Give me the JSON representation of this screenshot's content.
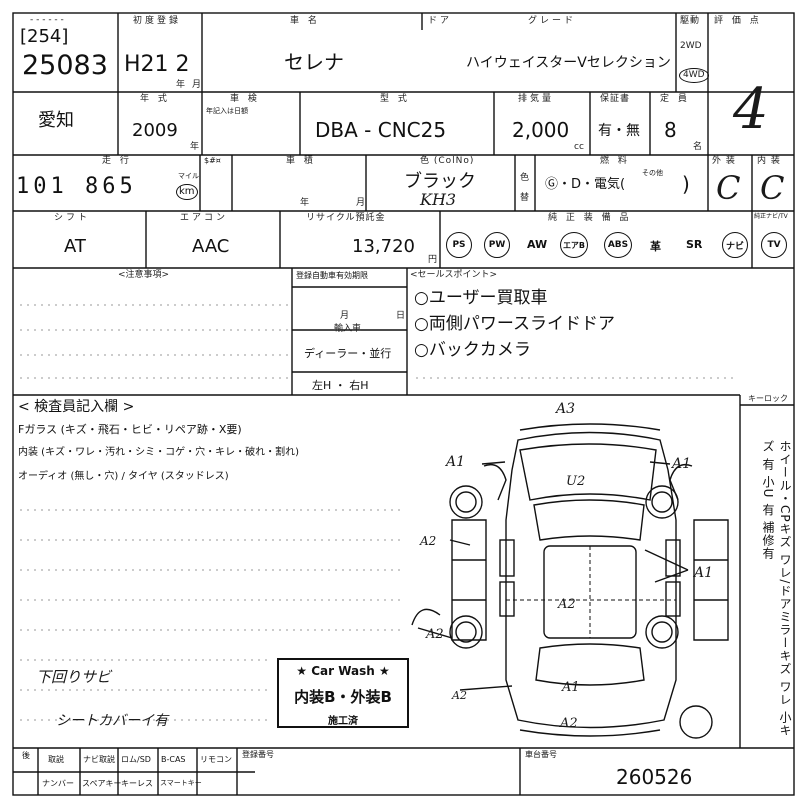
{
  "header": {
    "lot_label": "[254]",
    "lot_number": "25083",
    "first_reg_label": "初度登録",
    "first_reg_value": "H21 2",
    "first_reg_unit_year": "年",
    "first_reg_unit_month": "月",
    "car_name_label": "車 名",
    "door_label": "ドア",
    "car_name_value": "セレナ",
    "grade_label": "グレード",
    "grade_value": "ハイウェイスターVセレクション",
    "drive_label": "駆動",
    "drive_2wd": "2WD",
    "drive_4wd": "4WD",
    "score_label": "評 価 点",
    "score_value": "4"
  },
  "row2": {
    "region_value": "愛知",
    "model_year_label": "年 式",
    "model_year_value": "2009",
    "model_year_unit": "年",
    "inspect_label": "車 検",
    "inspect_sub": "年記入は日額",
    "type_label": "型 式",
    "type_value": "DBA - CNC25",
    "displacement_label": "排気量",
    "displacement_value": "2,000",
    "displacement_unit": "cc",
    "warranty_label": "保証書",
    "warranty_value": "有・無",
    "capacity_label": "定 員",
    "capacity_value": "8",
    "capacity_unit": "名"
  },
  "row3": {
    "mileage_label": "走 行",
    "mileage_value": "101 865",
    "mile_unit": "マイル",
    "km_unit": "km",
    "mileage_unit_label": "$#¤",
    "cargo_label": "車 積",
    "cargo_unit_year": "年",
    "cargo_unit_month": "月",
    "color_label": "色 (ColNo)",
    "color_value": "ブラック",
    "color_code": "KH3",
    "color_change_label": "色",
    "color_change_label2": "替",
    "fuel_label": "燃 料",
    "fuel_value": "Ⓖ・D・電気(",
    "fuel_other": "その他",
    "fuel_close": ")",
    "exterior_label": "外 装",
    "exterior_value": "C",
    "interior_label": "内 装",
    "interior_value": "C"
  },
  "row4": {
    "shift_label": "シフト",
    "shift_value": "AT",
    "ac_label": "エアコン",
    "ac_value": "AAC",
    "recycle_label": "リサイクル預託金",
    "recycle_value": "13,720",
    "recycle_unit": "円",
    "equipment_label": "純 正 装 備 品",
    "equip_ps": "PS",
    "equip_pw": "PW",
    "equip_aw": "AW",
    "equip_airbag": "エアB",
    "equip_abs": "ABS",
    "equip_leather": "革",
    "equip_sr": "SR",
    "equip_navi": "ナビ",
    "equip_tv": "TV",
    "equip_tv_label": "純正ナビ/TV"
  },
  "notes": {
    "caution_label": "<注意事項>",
    "reg_expiry_label": "登録自動車有効期限",
    "reg_unit_month": "月",
    "reg_unit_day": "日",
    "import_label": "輸入車",
    "import_value": "ディーラー・並行",
    "steering_value": "左H ・ 右H",
    "sales_label": "<セールスポイント>",
    "sales_points": [
      "○ユーザー買取車",
      "○両側パワースライドドア",
      "○バックカメラ"
    ]
  },
  "inspector": {
    "title": "< 検査員記入欄 >",
    "f_glass": "Fガラス (キズ・飛石・ヒビ・リペア跡・X要)",
    "interior": "内装 (キズ・ワレ・汚れ・シミ・コゲ・穴・キレ・破れ・割れ)",
    "audio": "オーディオ (無し・穴) / タイヤ (スタッドレス)",
    "hand_note1": "下回りサビ",
    "hand_note2": "シートカバーイ有"
  },
  "diagram": {
    "keypoint_label": "キーロック",
    "vertical_note": "ホイール・CPキズ ワレ/ドアミラーキズ ワレ 小キズ 有 小U 有 補修有",
    "marks": [
      "A3",
      "A1",
      "A1",
      "U2",
      "A2",
      "A1",
      "A2",
      "A2",
      "A2",
      "A1",
      "A2"
    ]
  },
  "carwash": {
    "line1": "★ Car Wash ★",
    "line2": "内装B・外装B",
    "line3": "施工済"
  },
  "footer": {
    "col_labels_row1": [
      "後",
      "取説",
      "ナビ取説",
      "ロム/SD",
      "B-CAS",
      "リモコン"
    ],
    "col_labels_row2": [
      "",
      "ナンバー",
      "スペアキー",
      "キーレス",
      "スマートキー"
    ],
    "reg_number_label": "登録番号",
    "chassis_label": "車台番号",
    "chassis_value": "260526"
  }
}
